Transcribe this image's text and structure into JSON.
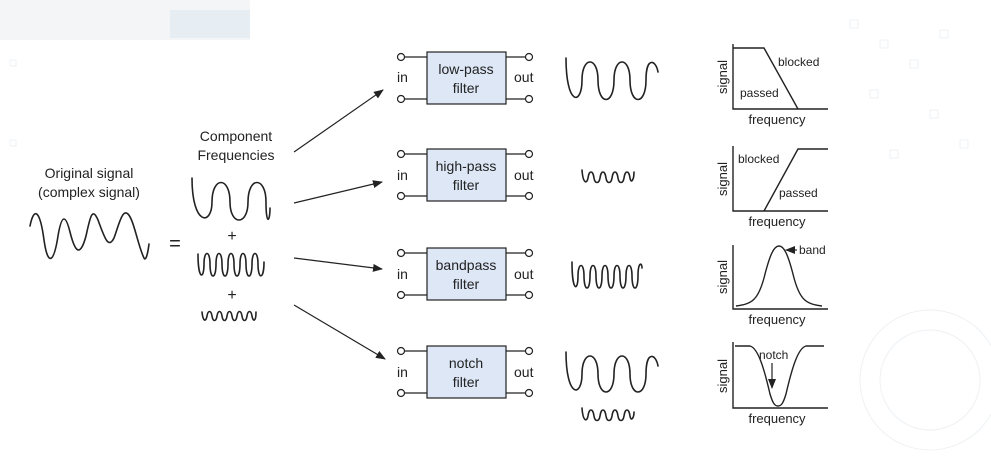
{
  "original": {
    "line1": "Original signal",
    "line2": "(complex signal)",
    "equals": "="
  },
  "components": {
    "line1": "Component",
    "line2": "Frequencies",
    "plus1": "+",
    "plus2": "+"
  },
  "port": {
    "in": "in",
    "out": "out"
  },
  "filters": [
    {
      "line1": "low-pass",
      "line2": "filter"
    },
    {
      "line1": "high-pass",
      "line2": "filter"
    },
    {
      "line1": "bandpass",
      "line2": "filter"
    },
    {
      "line1": "notch",
      "line2": "filter"
    }
  ],
  "responses": {
    "lowpass": {
      "ylabel": "signal",
      "xlabel": "frequency",
      "passed": "passed",
      "blocked": "blocked"
    },
    "highpass": {
      "ylabel": "signal",
      "xlabel": "frequency",
      "passed": "passed",
      "blocked": "blocked"
    },
    "bandpass": {
      "ylabel": "signal",
      "xlabel": "frequency",
      "band": "band"
    },
    "notch": {
      "ylabel": "signal",
      "xlabel": "frequency",
      "notch": "notch"
    }
  },
  "colors": {
    "filter_box": "#dde7f6",
    "ink": "#222222"
  }
}
